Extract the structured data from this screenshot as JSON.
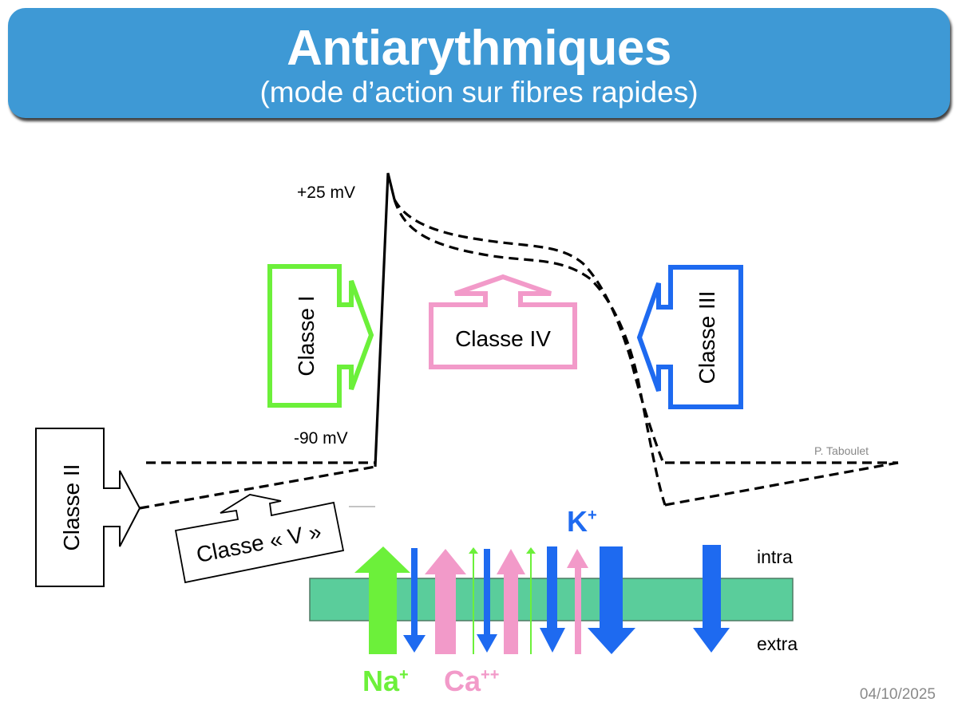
{
  "header": {
    "title": "Antiarythmiques",
    "subtitle": "(mode d’action sur fibres rapides)"
  },
  "axis_labels": {
    "top_voltage": "+25 mV",
    "rest_voltage": "-90 mV"
  },
  "classes": {
    "class_1": {
      "label": "Classe I",
      "color": "#6cf03a"
    },
    "class_2": {
      "label": "Classe II",
      "color": "#000000"
    },
    "class_3": {
      "label": "Classe III",
      "color": "#1e6af0"
    },
    "class_4": {
      "label": "Classe IV",
      "color": "#f29ac9"
    },
    "class_5": {
      "label": "Classe « V »",
      "color": "#000000"
    }
  },
  "ions": {
    "sodium": {
      "label": "Na",
      "charge": "+",
      "color": "#6cf03a"
    },
    "calcium": {
      "label": "Ca",
      "charge": "++",
      "color": "#f29ac9"
    },
    "potassium": {
      "label": "K",
      "charge": "+",
      "color": "#1e6af0"
    }
  },
  "membrane": {
    "intra_label": "intra",
    "extra_label": "extra",
    "color": "#5acd9b"
  },
  "author": "P. Taboulet",
  "date": "04/10/2025"
}
